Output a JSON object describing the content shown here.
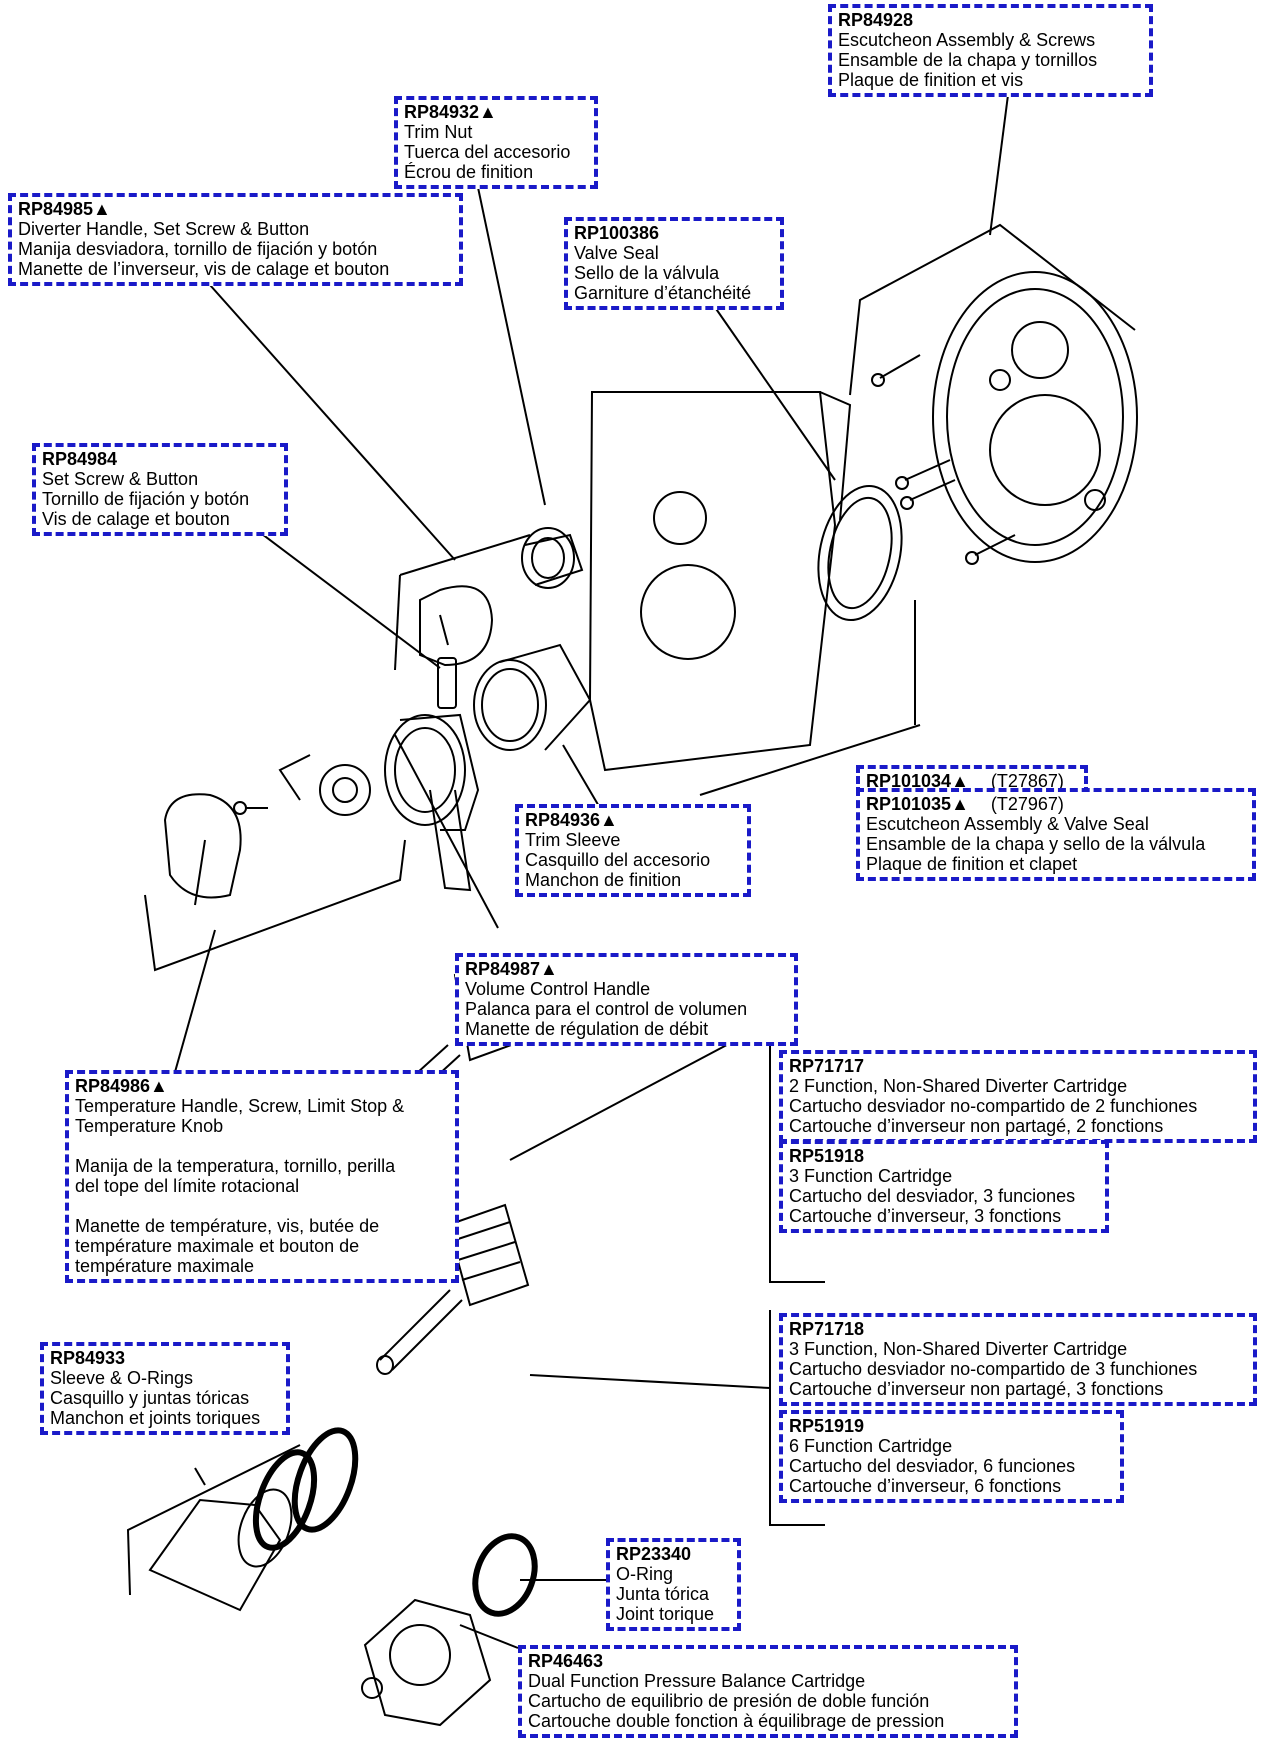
{
  "callouts": {
    "rp84928": {
      "part": "RP84928",
      "lines": [
        "Escutcheon Assembly & Screws",
        "Ensamble de la chapa y tornillos",
        "Plaque de finition et vis"
      ]
    },
    "rp84932": {
      "part": "RP84932▲",
      "lines": [
        "Trim Nut",
        "Tuerca del accesorio",
        "Écrou de finition"
      ]
    },
    "rp84985": {
      "part": "RP84985▲",
      "lines": [
        "Diverter Handle, Set Screw & Button",
        "Manija desviadora, tornillo de fijación y botón",
        "Manette de l’inverseur, vis de calage et bouton"
      ]
    },
    "rp100386": {
      "part": "RP100386",
      "lines": [
        "Valve Seal",
        "Sello de la válvula",
        "Garniture d’étanchéité"
      ]
    },
    "rp84984": {
      "part": "RP84984",
      "lines": [
        "Set Screw & Button",
        "Tornillo de fijación y botón",
        "Vis de calage et bouton"
      ]
    },
    "rp101034": {
      "part": "RP101034▲",
      "model": "(T27867)"
    },
    "rp101035": {
      "part": "RP101035▲",
      "model": "(T27967)",
      "lines": [
        "Escutcheon Assembly & Valve Seal",
        "Ensamble de la chapa y sello de la válvula",
        "Plaque de finition et clapet"
      ]
    },
    "rp84936": {
      "part": "RP84936▲",
      "lines": [
        "Trim Sleeve",
        "Casquillo del accesorio",
        "Manchon de finition"
      ]
    },
    "rp84987": {
      "part": "RP84987▲",
      "lines": [
        "Volume Control Handle",
        "Palanca para el control de volumen",
        "Manette de régulation de débit"
      ]
    },
    "rp71717": {
      "part": "RP71717",
      "lines": [
        "2 Function, Non-Shared Diverter Cartridge",
        "Cartucho desviador no-compartido de 2 funchiones",
        "Cartouche d’inverseur non partagé, 2 fonctions"
      ]
    },
    "rp84986": {
      "part": "RP84986▲",
      "lines": [
        "Temperature Handle, Screw, Limit Stop &",
        "Temperature Knob"
      ],
      "lines_es": [
        "Manija de la temperatura, tornillo, perilla",
        "del tope del límite rotacional"
      ],
      "lines_fr": [
        "Manette de température, vis, butée de",
        "température maximale et bouton de",
        "température maximale"
      ]
    },
    "rp51918": {
      "part": "RP51918",
      "lines": [
        "3 Function Cartridge",
        "Cartucho del desviador, 3 funciones",
        "Cartouche d’inverseur, 3 fonctions"
      ]
    },
    "rp71718": {
      "part": "RP71718",
      "lines": [
        "3 Function, Non-Shared Diverter Cartridge",
        "Cartucho desviador no-compartido de 3 funchiones",
        "Cartouche d’inverseur non partagé, 3 fonctions"
      ]
    },
    "rp84933": {
      "part": "RP84933",
      "lines": [
        "Sleeve & O-Rings",
        "Casquillo y juntas tóricas",
        "Manchon et joints toriques"
      ]
    },
    "rp51919": {
      "part": "RP51919",
      "lines": [
        "6 Function Cartridge",
        "Cartucho del desviador, 6 funciones",
        "Cartouche d’inverseur, 6 fonctions"
      ]
    },
    "rp23340": {
      "part": "RP23340",
      "lines": [
        "O-Ring",
        "Junta tórica",
        "Joint torique"
      ]
    },
    "rp46463": {
      "part": "RP46463",
      "lines": [
        "Dual Function Pressure Balance Cartridge",
        "Cartucho de equilibrio de presión de doble función",
        "Cartouche double fonction à équilibrage de pression"
      ]
    }
  },
  "colors": {
    "callout_border": "#1a1ac8",
    "line": "#000000"
  }
}
